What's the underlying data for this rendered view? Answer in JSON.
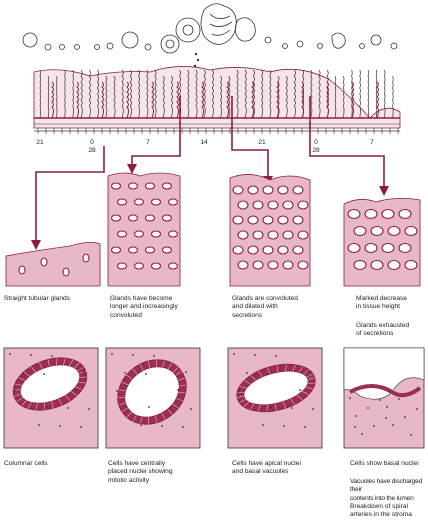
{
  "cycle_axis": {
    "ticks": [
      {
        "top": "21",
        "bottom": ""
      },
      {
        "top": "0",
        "bottom": "28"
      },
      {
        "top": "7",
        "bottom": ""
      },
      {
        "top": "14",
        "bottom": ""
      },
      {
        "top": "21",
        "bottom": ""
      },
      {
        "top": "0",
        "bottom": "28"
      },
      {
        "top": "7",
        "bottom": ""
      }
    ]
  },
  "stages": [
    {
      "gland_caption": "Straight tubular glands",
      "cell_caption": "Columnar cells"
    },
    {
      "gland_caption": "Glands have become\nlonger and increasingly\nconvoluted",
      "cell_caption": "Cells have centrally\nplaced nuclei showing\nmitotic activity"
    },
    {
      "gland_caption": "Glands are convoluted\nand dilated with\nsecretions",
      "cell_caption": "Cells have apical nuclei\nand basal vacuoles"
    },
    {
      "gland_caption": "Marked decrease\nin tissue height",
      "extra_caption": "Glands exhausted\nof secretions",
      "cell_caption": "Cells show basal nuclei",
      "cell_caption_2": "Vacuoles have discharged their\ncontents into the lumen",
      "cell_caption_3": "Breakdown of spiral\narteries in the stroma"
    }
  ],
  "colors": {
    "tissue": "#e8b8c4",
    "tissue_dark": "#c98a9c",
    "gland_outline": "#8b1e3f",
    "arrow": "#8b1e3f",
    "ink": "#333333"
  }
}
